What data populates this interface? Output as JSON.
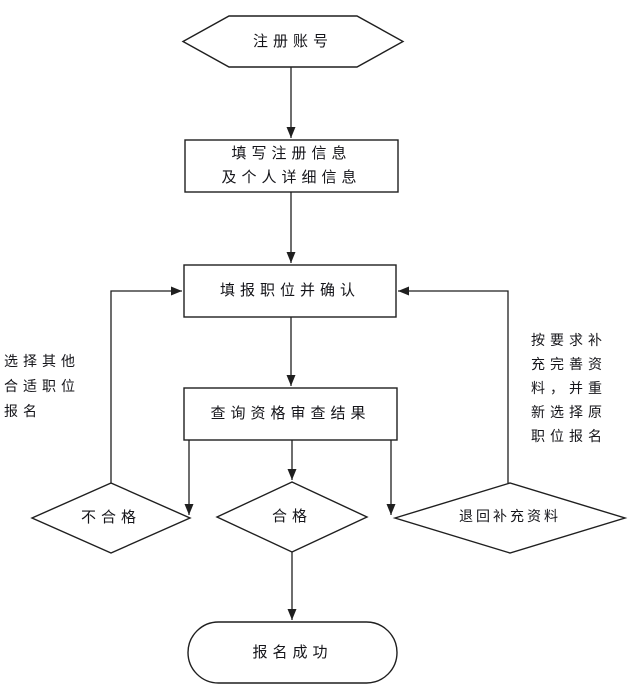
{
  "canvas": {
    "background": "#ffffff",
    "line_color": "#1f1f1f",
    "text_color": "#15151a"
  },
  "nodes": {
    "start": {
      "shape": "hexagon",
      "label": "注册账号"
    },
    "fill_info": {
      "shape": "rectangle",
      "label": "填写注册信息\n及个人详细信息"
    },
    "apply_position": {
      "shape": "rectangle",
      "label": "填报职位并确认"
    },
    "check_result": {
      "shape": "rectangle",
      "label": "查询资格审查结果"
    },
    "unqualified": {
      "shape": "diamond",
      "label": "不合格"
    },
    "qualified": {
      "shape": "diamond",
      "label": "合格"
    },
    "return_supplement": {
      "shape": "diamond",
      "label": "退回补充资料"
    },
    "success": {
      "shape": "terminator",
      "label": "报名成功"
    }
  },
  "annotations": {
    "left_note": {
      "label": "选择其他\n合适职位\n报名"
    },
    "right_note": {
      "label": "按要求补\n充完善资\n料，并重\n新选择原\n职位报名"
    }
  }
}
